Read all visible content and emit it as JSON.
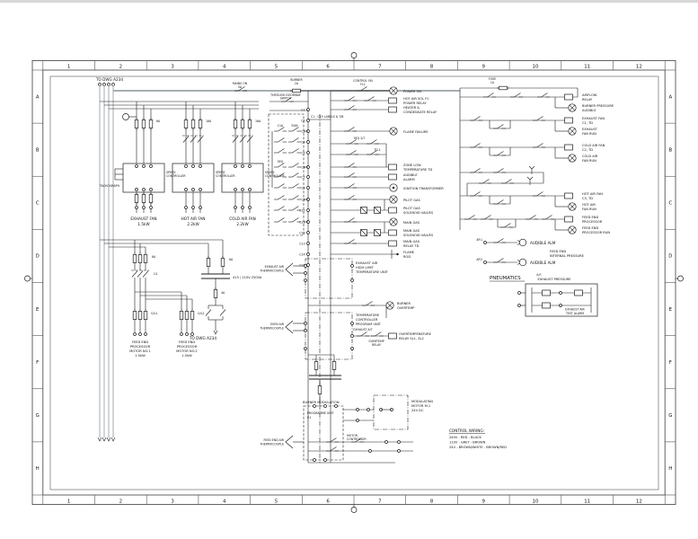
{
  "colors": {
    "line": "#1c1c1c",
    "bus_gray": "#99a3a8",
    "background": "#ffffff"
  },
  "frame": {
    "columns": [
      "1",
      "2",
      "3",
      "4",
      "5",
      "6",
      "7",
      "8",
      "9",
      "10",
      "11",
      "12"
    ],
    "rows": [
      "A",
      "B",
      "C",
      "D",
      "E",
      "F",
      "G",
      "H"
    ]
  },
  "left": {
    "to_dwg": "TO DWG A234",
    "to_dwg2": "TO DWG A234",
    "fuse1": "6A",
    "fuse2": "16A",
    "fuse3": "16A",
    "ctrl": [
      "SPEED",
      "CONTROLLER"
    ],
    "tacho": "TACHOGRAPH",
    "motor1": [
      "EXHAUST FAN",
      "1.5kW"
    ],
    "motor2": [
      "HOT AIR FAN",
      "2.2kW"
    ],
    "motor3": [
      "COLD AIR FAN",
      "2.2kW"
    ],
    "feed_fuse": "6A",
    "c4": "C4",
    "ol1": "O/L1",
    "ol2": "O/L2",
    "feed1": [
      "FEED END",
      "PROCESSOR",
      "MOTOR NO.1",
      "1.5kW"
    ],
    "feed2": [
      "FEED END",
      "PROCESSOR",
      "MOTOR NO.2",
      "1.5kW"
    ],
    "txr": "415 / 110V 250VA",
    "txr_fuse": "6A",
    "txr_fuse2": "4A"
  },
  "mid": {
    "mains_on": [
      "MAINS ON",
      "5A"
    ],
    "burner_fuse": [
      "BURNER",
      "2A"
    ],
    "doorway": [
      "THROUGH DOORWAY",
      "SWITCH"
    ],
    "note": "C1 - C15 LABELS & T/B",
    "control_on": [
      "CONTROL ON",
      "FL1"
    ],
    "tags": {
      "c1a": "C1A",
      "run": "RUN",
      "seq": "SEQ",
      "td1": "TD.1",
      "seq27": "SEQ 2/7"
    },
    "terminals": [
      "C1",
      "C2",
      "C3",
      "C4",
      "C5",
      "C6",
      "C7",
      "C8",
      "C9",
      "C10",
      "C11",
      "C12",
      "C13",
      "C14",
      "C15"
    ],
    "outputs": [
      [
        "POWER ON"
      ],
      [
        "HOT AIR SOL FC",
        "POWER RELAY"
      ],
      [
        "HEATER &",
        "CONDENSATE RELAY"
      ],
      [
        "FLAME FAILURE"
      ],
      [
        "ZONE LOW",
        "TEMPERATURE TD"
      ],
      [
        "AUDIBLE",
        "ALARM"
      ],
      [
        "IGNITION TRANSFORMER"
      ],
      [
        "PILOT GAS"
      ],
      [
        "PILOT GAS",
        "SOLENOID VALVES"
      ],
      [
        "MAIN GAS"
      ],
      [
        "MAIN GAS",
        "SOLENOID VALVES"
      ],
      [
        "MAIN GAS",
        "RELAY TD"
      ],
      [
        "FLAME",
        "ROD"
      ]
    ],
    "tc1_left": [
      "EXHAUST AIR",
      "THERMOCOUPLE"
    ],
    "tc1_right": [
      "EXHAUST AIR",
      "HIGH LIMIT",
      "TEMPERATURE UNIT"
    ],
    "overtemp": [
      "BURNER",
      "OVERTEMP"
    ],
    "tc2_left": [
      "OVEN AIR",
      "THERMOCOUPLE"
    ],
    "tc2_right": [
      "TEMPERATURE",
      "CONTROLLER",
      "PROGRAM UNIT"
    ],
    "exhaust_at": "EXHAUST A/T",
    "ot_tag": [
      "OVERTEMP",
      "RELAY"
    ],
    "ot_out": [
      "OVERTEMPERATURE",
      "RELAY SL1, SL2"
    ],
    "mod_title": "BURNER MODULATION",
    "prog": [
      "PROGRAMME UNIT",
      "P.1"
    ],
    "motor_ctrl": [
      "MOTOR",
      "CONTROLLER"
    ],
    "mod_motor": [
      "MODULATING",
      "MOTOR M.1",
      "24V DC"
    ],
    "tc3": [
      "FEED END AIR",
      "THERMOCOUPLE"
    ]
  },
  "right": {
    "fuse": [
      "FUSE",
      "1A"
    ],
    "outputs": [
      [
        "AIRFLOW",
        "RELAY"
      ],
      [
        "BURNER PRESSURE",
        "AUDIBLE"
      ],
      [
        "EXHAUST FAN",
        "C1, TD"
      ],
      [
        "EXHAUST",
        "FAN RUN"
      ],
      [
        "COLD AIR FAN",
        "C2, TD"
      ],
      [
        "COLD AIR",
        "FAN RUN"
      ],
      [
        "HOT AIR FAN",
        "C3, TD"
      ],
      [
        "HOT AIR",
        "FAN RUN"
      ],
      [
        "FEED END",
        "PROCESSOR"
      ],
      [
        "FEED END",
        "PROCESSOR RUN"
      ]
    ],
    "alarm1_tag": "AP.1",
    "alarm2_tag": "AP.2",
    "alarm1": "AUDIBLE ALM",
    "alarm2": "AUDIBLE ALM",
    "internal_pressure": [
      "FEED END",
      "INTERNAL PRESSURE"
    ],
    "pneumatics": "PNEUMATICS",
    "ap": "A.P.",
    "exhaust_pressure": "EXHAUST PRESSURE",
    "test_alarm": [
      "EXHAUST AIR",
      "TEST ALARM"
    ]
  },
  "notes": {
    "control_wiring": [
      "CONTROL WIRING:",
      "240V - RED - BLACK",
      "110V - GREY - BROWN",
      "24V - BROWN/WHITE - BROWN/RED"
    ]
  }
}
